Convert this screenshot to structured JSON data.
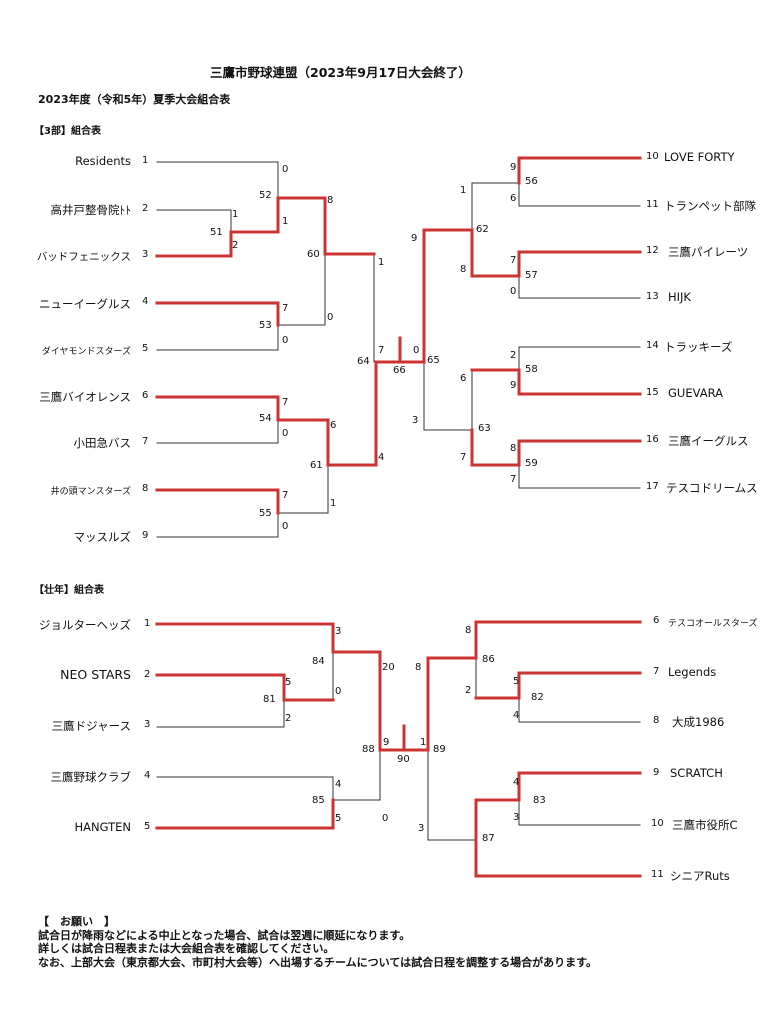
{
  "header": {
    "title": "三鷹市野球連盟（2023年9月17日大会終了）",
    "subtitle": "2023年度（令和5年）夏季大会組合表"
  },
  "div3": {
    "label": "【3部】組合表",
    "left_teams": [
      {
        "no": "1",
        "name": "Residents"
      },
      {
        "no": "2",
        "name": "高井戸整骨院ﾄﾄ"
      },
      {
        "no": "3",
        "name": "バッドフェニックス"
      },
      {
        "no": "4",
        "name": "ニューイーグルス"
      },
      {
        "no": "5",
        "name": "ダイヤモンドスターズ"
      },
      {
        "no": "6",
        "name": "三鷹バイオレンス"
      },
      {
        "no": "7",
        "name": "小田急バス"
      },
      {
        "no": "8",
        "name": "井の頭マンスターズ"
      },
      {
        "no": "9",
        "name": "マッスルズ"
      }
    ],
    "right_teams": [
      {
        "no": "10",
        "name": "LOVE  FORTY"
      },
      {
        "no": "11",
        "name": "トランペット部隊"
      },
      {
        "no": "12",
        "name": "三鷹パイレーツ"
      },
      {
        "no": "13",
        "name": "HIJK"
      },
      {
        "no": "14",
        "name": "トラッキーズ"
      },
      {
        "no": "15",
        "name": "GUEVARA"
      },
      {
        "no": "16",
        "name": "三鷹イーグルス"
      },
      {
        "no": "17",
        "name": "テスコドリームス"
      }
    ],
    "matches": {
      "m51": "51",
      "m52": "52",
      "m53": "53",
      "m54": "54",
      "m55": "55",
      "m56": "56",
      "m57": "57",
      "m58": "58",
      "m59": "59",
      "m60": "60",
      "m61": "61",
      "m62": "62",
      "m63": "63",
      "m64": "64",
      "m65": "65",
      "m66": "66"
    },
    "scores": {
      "s51a": "1",
      "s51b": "2",
      "s52a": "0",
      "s52b": "1",
      "s53a": "7",
      "s53b": "0",
      "s54a": "7",
      "s54b": "0",
      "s55a": "7",
      "s55b": "0",
      "s60a": "8",
      "s60b": "0",
      "s61a": "6",
      "s61b": "1",
      "s64a": "1",
      "s64b": "4",
      "s66a": "7",
      "s66b": "0",
      "s56a": "9",
      "s56b": "6",
      "s57a": "7",
      "s57b": "0",
      "s58a": "2",
      "s58b": "9",
      "s59a": "8",
      "s59b": "7",
      "s62a": "1",
      "s62b": "8",
      "s63a": "6",
      "s63b": "7",
      "s65a": "9",
      "s65b": "3"
    }
  },
  "masters": {
    "label": "【壮年】組合表",
    "left_teams": [
      {
        "no": "1",
        "name": "ジョルターヘッズ"
      },
      {
        "no": "2",
        "name": "NEO  STARS"
      },
      {
        "no": "3",
        "name": "三鷹ドジャース"
      },
      {
        "no": "4",
        "name": "三鷹野球クラブ"
      },
      {
        "no": "5",
        "name": "HANGTEN"
      }
    ],
    "right_teams": [
      {
        "no": "6",
        "name": "テスコオールスターズ"
      },
      {
        "no": "7",
        "name": "Legends"
      },
      {
        "no": "8",
        "name": "大成1986"
      },
      {
        "no": "9",
        "name": "SCRATCH"
      },
      {
        "no": "10",
        "name": "三鷹市役所C"
      },
      {
        "no": "11",
        "name": "シニアRuts"
      }
    ],
    "matches": {
      "m81": "81",
      "m82": "82",
      "m83": "83",
      "m84": "84",
      "m85": "85",
      "m86": "86",
      "m87": "87",
      "m88": "88",
      "m89": "89",
      "m90": "90"
    },
    "scores": {
      "s81a": "5",
      "s81b": "2",
      "s84a": "3",
      "s84b": "0",
      "s85a": "4",
      "s85b": "5",
      "s88a": "20",
      "s88b": "0",
      "s90a": "9",
      "s90b": "1",
      "s82a": "5",
      "s82b": "4",
      "s83a": "4",
      "s83b": "3",
      "s86a": "8",
      "s86b": "2",
      "s87a": "8",
      "s87b": "3"
    }
  },
  "notice": {
    "heading": "【　お願い　】",
    "lines": [
      "試合日が降雨などによる中止となった場合、試合は翌週に順延になります。",
      "詳しくは試合日程表または大会組合表を確認してください。",
      "なお、上部大会（東京都大会、市町村大会等）へ出場するチームについては試合日程を調整する場合があります。"
    ]
  },
  "colors": {
    "winner_line": "#cc3333",
    "line": "#333333"
  }
}
